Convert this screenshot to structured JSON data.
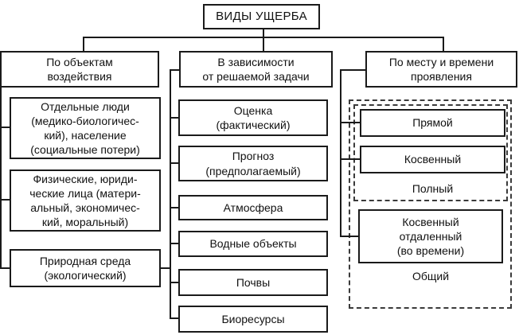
{
  "colors": {
    "line": "#1a1a1a",
    "dashed_line": "#3a3a3a",
    "box_background": "#ffffff",
    "text": "#111111"
  },
  "diagram": {
    "title": "ВИДЫ УЩЕРБА",
    "columns": {
      "objects": {
        "header": [
          "По объектам",
          "воздействия"
        ],
        "items": [
          [
            "Отдельные люди",
            "(медико-биологичес-",
            "кий), население",
            "(социальные потери)"
          ],
          [
            "Физические, юриди-",
            "ческие лица (матери-",
            "альный, экономичес-",
            "кий, моральный)"
          ],
          [
            "Природная среда",
            "(экологический)"
          ]
        ]
      },
      "task": {
        "header": [
          "В зависимости",
          "от решаемой задачи"
        ],
        "items": [
          [
            "Оценка",
            "(фактический)"
          ],
          [
            "Прогноз",
            "(предполагаемый)"
          ],
          [
            "Атмосфера"
          ],
          [
            "Водные объекты"
          ],
          [
            "Почвы"
          ],
          [
            "Биоресурсы"
          ]
        ]
      },
      "place_time": {
        "header": [
          "По месту и времени",
          "проявления"
        ],
        "direct": [
          "Прямой"
        ],
        "indirect": [
          "Косвенный"
        ],
        "group_full_label": "Полный",
        "indirect_remote": [
          "Косвенный",
          "отдаленный",
          "(во времени)"
        ],
        "group_total_label": "Общий"
      }
    }
  }
}
